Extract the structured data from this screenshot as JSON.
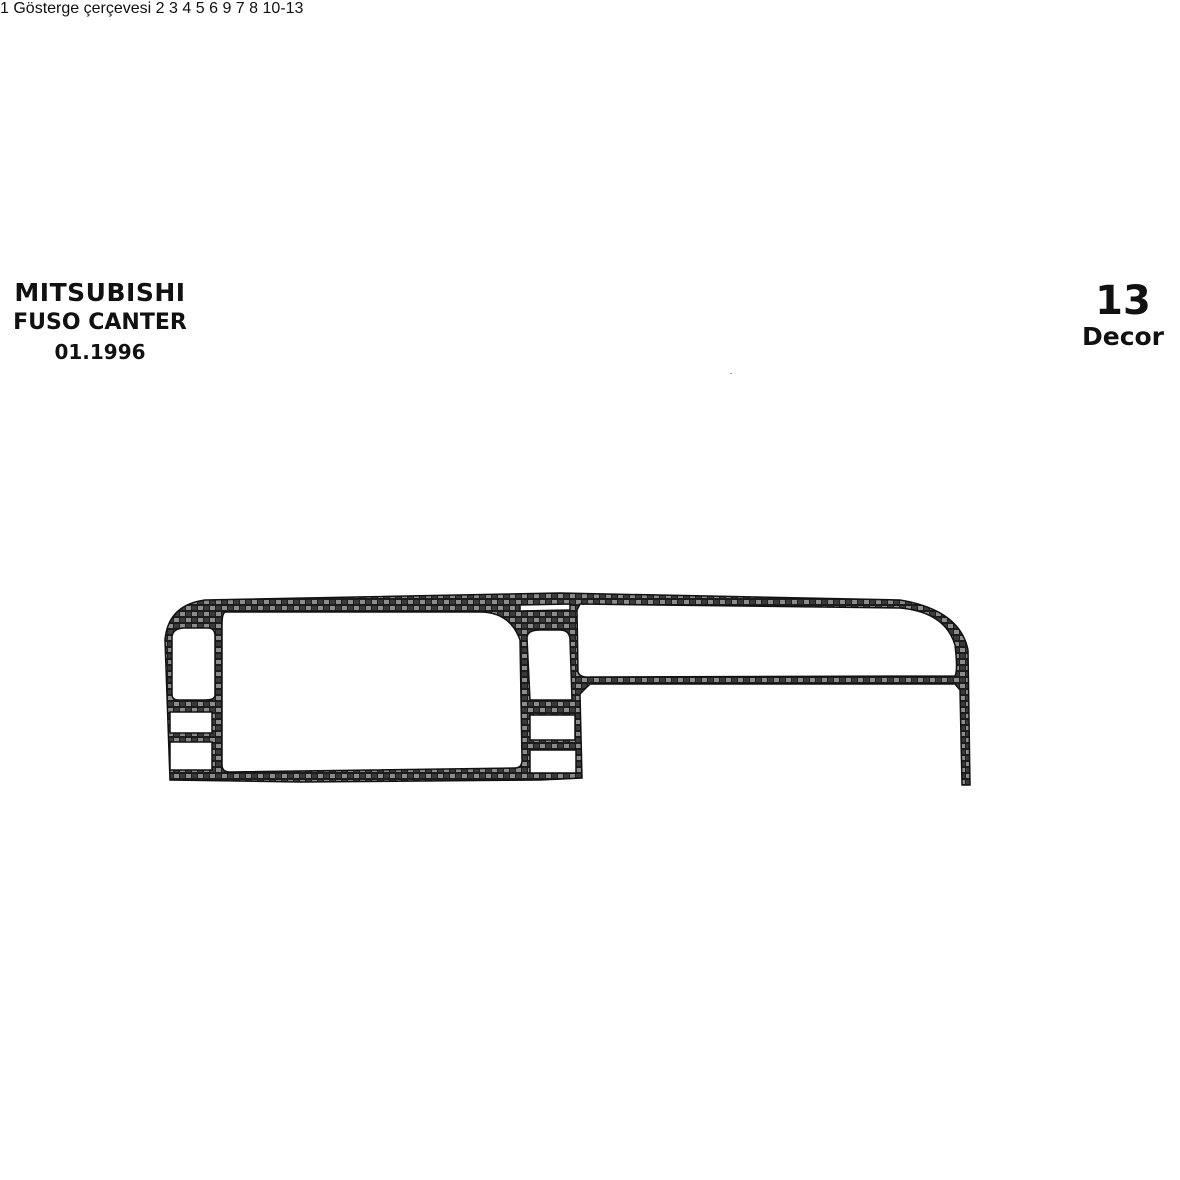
{
  "header": {
    "brand": "MITSUBISHI",
    "model": "FUSO CANTER",
    "date": "01.1996"
  },
  "kit": {
    "count": "13",
    "label": "Decor"
  },
  "colors": {
    "carbon_dark": "#1a1a1a",
    "carbon_light": "#8a8a8a",
    "outline": "#111111",
    "background": "#ffffff"
  },
  "parts": [
    {
      "id": "1",
      "label": "1 Gösterge çerçevesi"
    },
    {
      "id": "2",
      "label": "2"
    },
    {
      "id": "3",
      "label": "3"
    },
    {
      "id": "4",
      "label": "4"
    },
    {
      "id": "5",
      "label": "5"
    },
    {
      "id": "6",
      "label": "6"
    },
    {
      "id": "7",
      "label": "7"
    },
    {
      "id": "8",
      "label": "8"
    },
    {
      "id": "9",
      "label": "9"
    },
    {
      "id": "10-13",
      "label": "10-13"
    }
  ]
}
